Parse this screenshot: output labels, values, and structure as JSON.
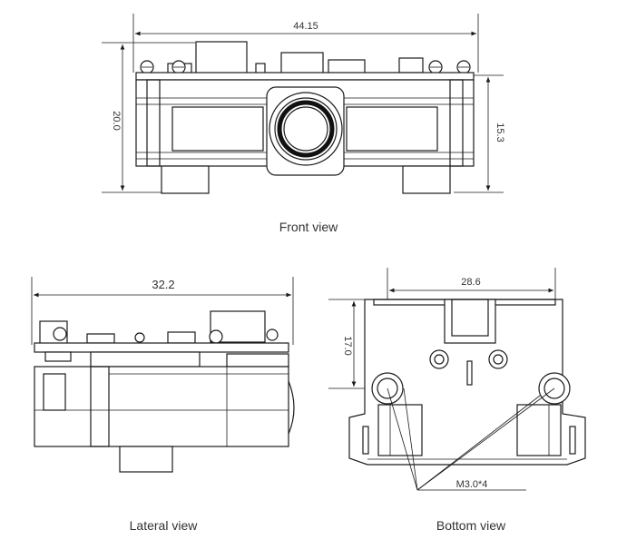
{
  "front": {
    "caption": "Front view",
    "dim_width": "44.15",
    "dim_height": "20.0",
    "dim_right": "15.3"
  },
  "lateral": {
    "caption": "Lateral view",
    "dim_width": "32.2"
  },
  "bottom": {
    "caption": "Bottom view",
    "dim_width": "28.6",
    "dim_height": "17.0",
    "screw_label": "M3.0*4"
  }
}
